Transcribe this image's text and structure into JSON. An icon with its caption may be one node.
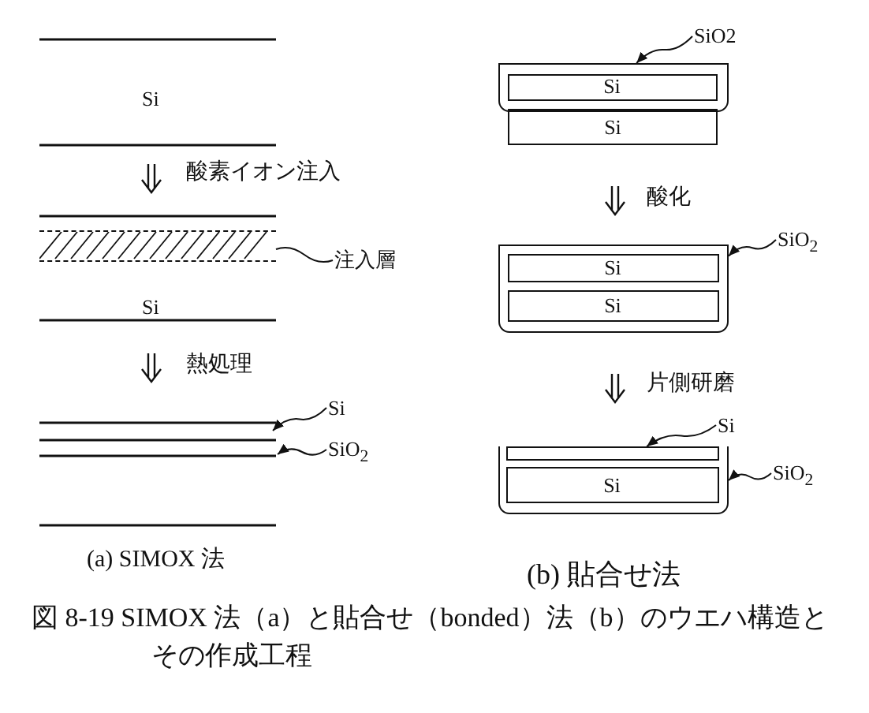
{
  "diagram": {
    "caption": "図 8-19 SIMOX 法（a）と貼合せ（bonded）法（b）のウエハ構造とその作成工程",
    "nodes": [
      {
        "text": [],
        "shape": "band"
      },
      {
        "text": [
          "注入層"
        ]
      },
      {
        "text": [
          "Si"
        ]
      },
      {
        "text": [
          "SiO$_{2}$"
        ]
      },
      {
        "text": [
          "SiO2"
        ]
      },
      {
        "text": [],
        "shape": "box"
      },
      {
        "text": [
          "Si"
        ],
        "in": 5
      },
      {
        "text": [
          "Si"
        ]
      },
      {
        "text": [
          "SiO$_{2}$"
        ]
      },
      {
        "text": [],
        "shape": "box"
      },
      {
        "text": [
          "Si"
        ],
        "in": 9
      },
      {
        "text": [
          "Si"
        ],
        "in": 9
      },
      {
        "text": [
          "Si"
        ]
      },
      {
        "text": [
          "SiO$_{2}$"
        ]
      },
      {
        "text": [],
        "shape": "box"
      },
      {
        "text": [],
        "shape": "box",
        "in": 14
      },
      {
        "text": [
          "Si"
        ],
        "in": 14
      }
    ],
    "edges": [
      {
        "from": 1,
        "to": 0,
        "arrow": "none"
      },
      {
        "from": 2,
        "to": null,
        "arrow": "to"
      },
      {
        "from": 3,
        "to": null,
        "arrow": "to"
      },
      {
        "from": 4,
        "to": 5,
        "arrow": "to"
      },
      {
        "from": 8,
        "to": 9,
        "arrow": "to"
      },
      {
        "from": 12,
        "to": 15,
        "arrow": "to"
      },
      {
        "from": 13,
        "to": 14,
        "arrow": "to"
      }
    ],
    "labels": [
      "Si",
      "酸素イオン注入",
      "Si",
      "熱処理",
      "酸化",
      "片側研磨",
      "(a) SIMOX 法",
      "(b) 貼合せ法"
    ]
  }
}
